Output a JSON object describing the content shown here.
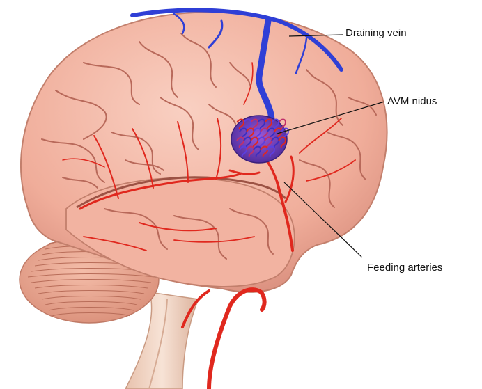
{
  "labels": {
    "draining_vein": "Draining vein",
    "avm_nidus": "AVM nidus",
    "feeding_arteries": "Feeding arteries"
  },
  "colors": {
    "brain": "#f2b7a6",
    "brain_shadow": "#d98f7e",
    "sulcus": "#b8695a",
    "artery": "#e0281e",
    "vein": "#2f3fd6",
    "nidus": "#7a3bc4",
    "cerebellum": "#e9a590",
    "brainstem": "#f3d6c4"
  }
}
